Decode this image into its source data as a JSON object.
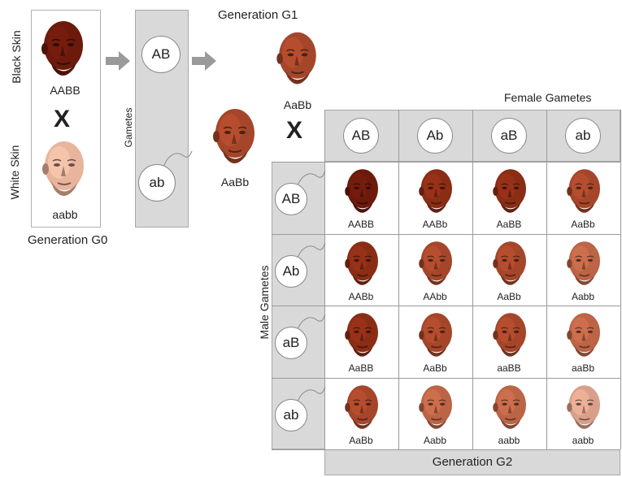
{
  "generation_labels": {
    "g0": "Generation G0",
    "g1": "Generation G1",
    "g2": "Generation G2"
  },
  "parents": {
    "black_skin_label": "Black Skin",
    "white_skin_label": "White Skin",
    "black_genotype": "AABB",
    "white_genotype": "aabb",
    "cross_symbol": "X"
  },
  "gametes_label": "Gametes",
  "g0_gametes": [
    "AB",
    "ab"
  ],
  "g1": {
    "genotype_left": "AaBb",
    "genotype_right": "AaBb",
    "cross_symbol": "X"
  },
  "punnett": {
    "female_label": "Female Gametes",
    "male_label": "Male Gametes",
    "female_gametes": [
      "AB",
      "Ab",
      "aB",
      "ab"
    ],
    "male_gametes": [
      "AB",
      "Ab",
      "aB",
      "ab"
    ],
    "genotypes": [
      [
        "AABB",
        "AABb",
        "AaBB",
        "AaBb"
      ],
      [
        "AABb",
        "AAbb",
        "AaBb",
        "Aabb"
      ],
      [
        "AaBB",
        "AaBb",
        "aaBB",
        "aaBb"
      ],
      [
        "AaBb",
        "Aabb",
        "aabb",
        "aabb"
      ]
    ],
    "skin_tones": [
      [
        "#6b1a0c",
        "#8a2d15",
        "#8a2d15",
        "#a5462a"
      ],
      [
        "#8a2d15",
        "#a5462a",
        "#a5462a",
        "#bb6446"
      ],
      [
        "#8a2d15",
        "#a5462a",
        "#a5462a",
        "#bb6446"
      ],
      [
        "#a5462a",
        "#bb6446",
        "#bb6446",
        "#d8a08a"
      ]
    ]
  },
  "face_colors": {
    "black": "#6b1a0c",
    "white": "#e8b49c",
    "g1": "#a5462a"
  }
}
